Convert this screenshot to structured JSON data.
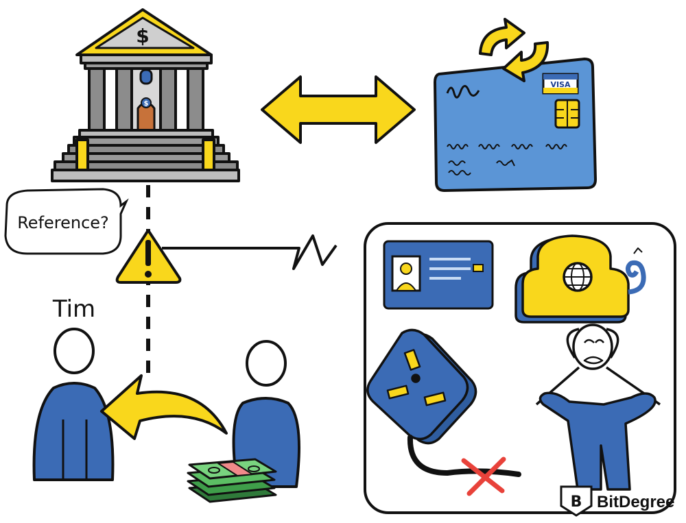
{
  "speech_bubble": {
    "text": "Reference?"
  },
  "person_left": {
    "name": "Tim"
  },
  "bank": {
    "symbol": "$",
    "door_symbol": "$"
  },
  "card": {
    "brand_text": "VISA"
  },
  "logo": {
    "text": "BitDegree"
  },
  "icons": {
    "bank": "bank-icon",
    "exchange": "double-arrow-icon",
    "card": "credit-card-icon",
    "warning": "warning-icon",
    "id_card": "id-card-icon",
    "telephone": "telephone-icon",
    "plug": "power-plug-icon",
    "confused_person": "confused-person-icon",
    "money": "money-stack-icon"
  },
  "colors": {
    "yellow": "#F9D71C",
    "blue": "#3B6BB5",
    "card_blue": "#5B95D6",
    "outline": "#111111",
    "grey": "#8E8E8E",
    "money_green": "#3F9E4A",
    "cross_red": "#E8423A"
  }
}
